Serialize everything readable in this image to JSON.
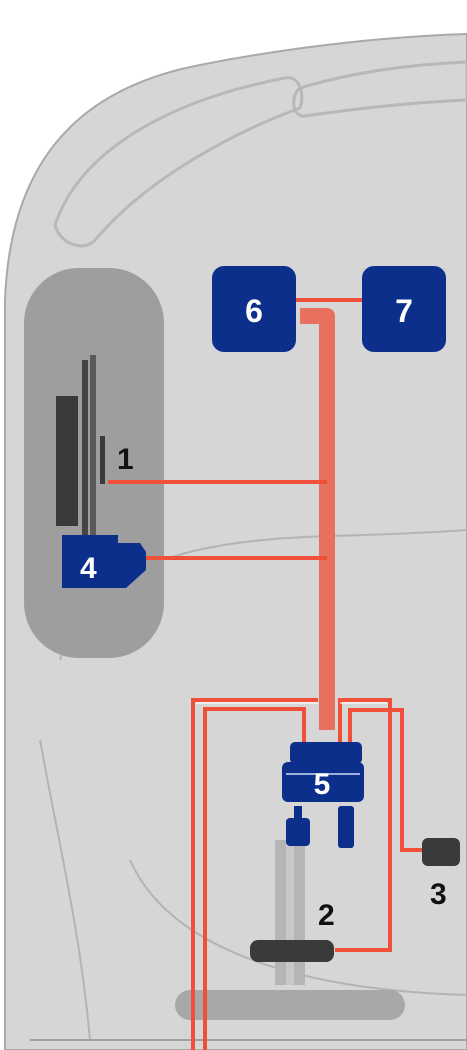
{
  "components": [
    {
      "id": "component-1",
      "label": "1"
    },
    {
      "id": "component-2",
      "label": "2"
    },
    {
      "id": "component-3",
      "label": "3"
    },
    {
      "id": "component-4",
      "label": "4"
    },
    {
      "id": "component-5",
      "label": "5"
    },
    {
      "id": "component-6",
      "label": "6"
    },
    {
      "id": "component-7",
      "label": "7"
    }
  ],
  "colors": {
    "car_body": "#d6d6d6",
    "car_outline": "#a9a9a9",
    "door_panel": "#9e9e9e",
    "module_blue": "#0d2f8c",
    "wire_red": "#f0503a",
    "wire_trunk": "#e8705e",
    "dark_part": "#3a3a3a",
    "label_dark": "#111111"
  }
}
